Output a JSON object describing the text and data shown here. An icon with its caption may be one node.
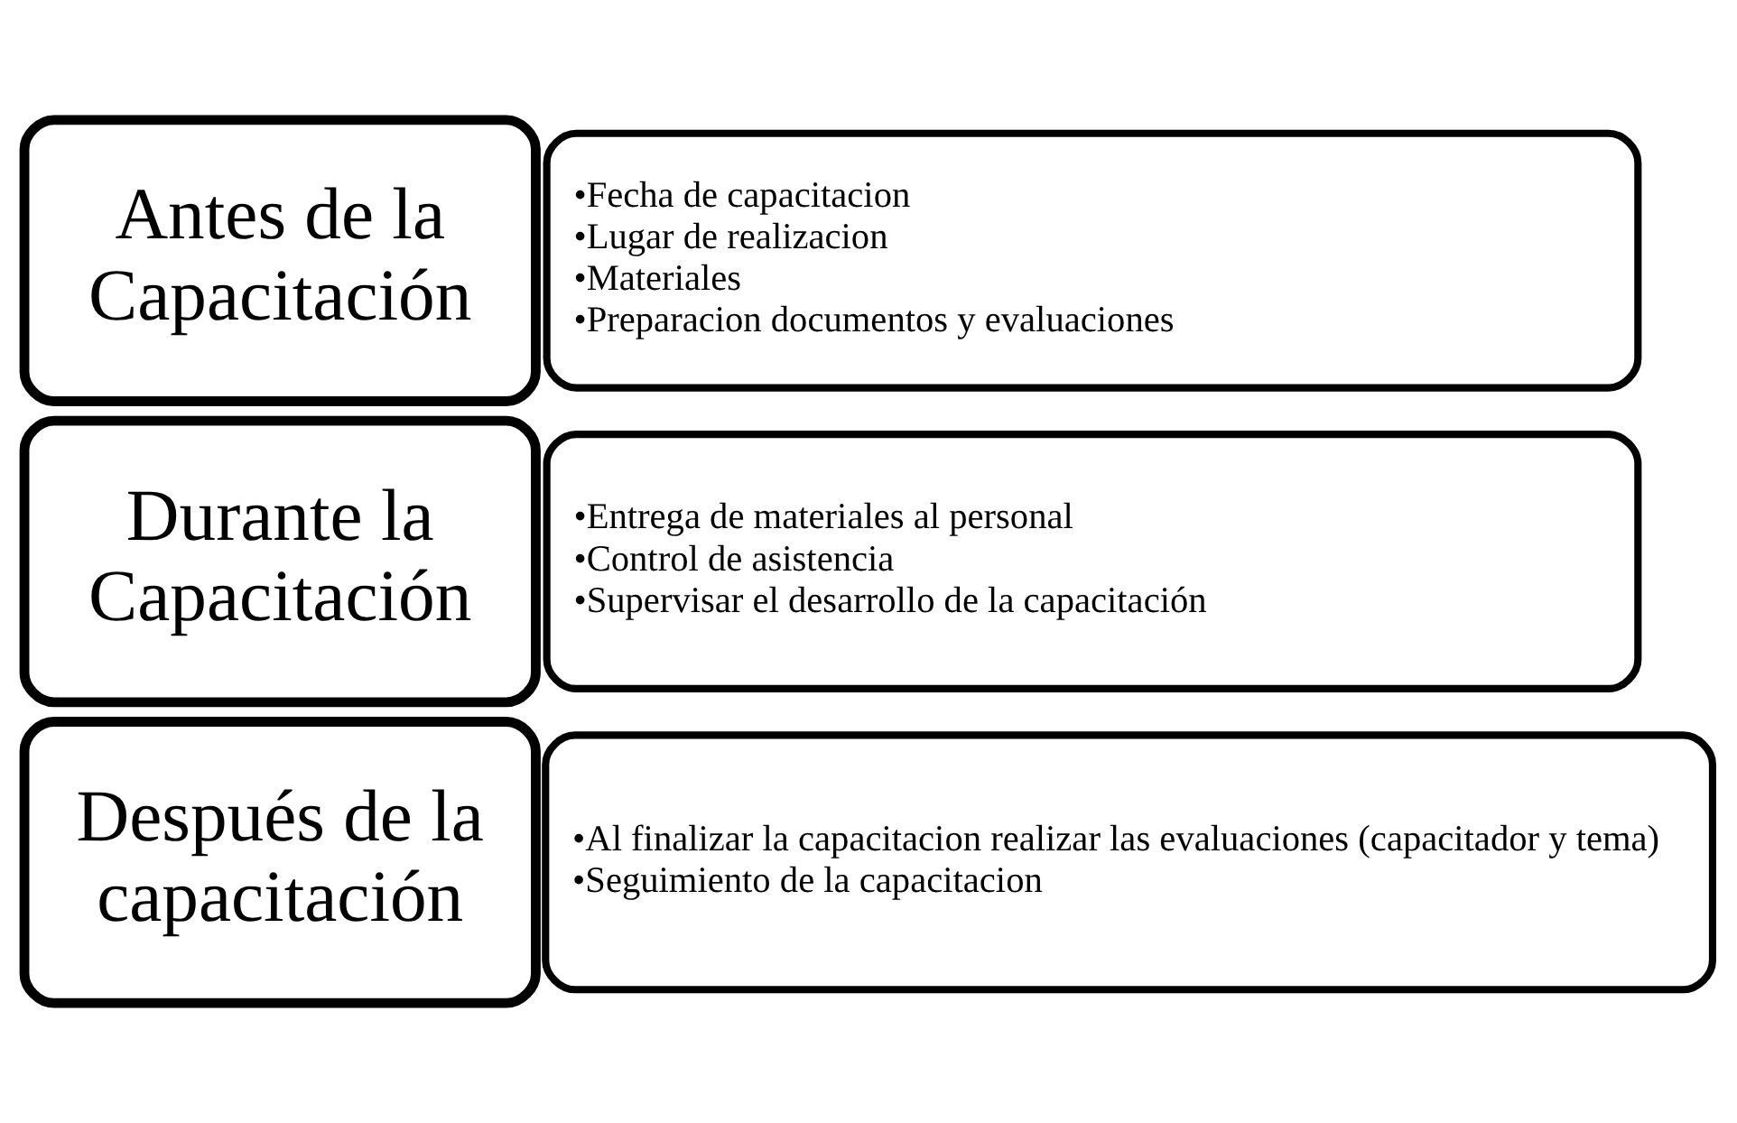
{
  "diagram": {
    "nodes": [
      {
        "text": [
          "Antes de la Capacitación"
        ]
      },
      {
        "text": [
          "•Fecha de capacitacion",
          "•Lugar de realizacion",
          "•Materiales",
          "•Preparacion documentos y evaluaciones"
        ]
      },
      {
        "text": [
          "Durante la Capacitación"
        ]
      },
      {
        "text": [
          "•Entrega de materiales al personal",
          "•Control de asistencia",
          "•Supervisar el desarrollo de la capacitación"
        ]
      },
      {
        "text": [
          "Después de la capacitación"
        ]
      },
      {
        "text": [
          "•Al finalizar la capacitacion realizar las evaluaciones (capacitador y tema)",
          "•Seguimiento de la capacitacion"
        ]
      }
    ],
    "edges": []
  }
}
